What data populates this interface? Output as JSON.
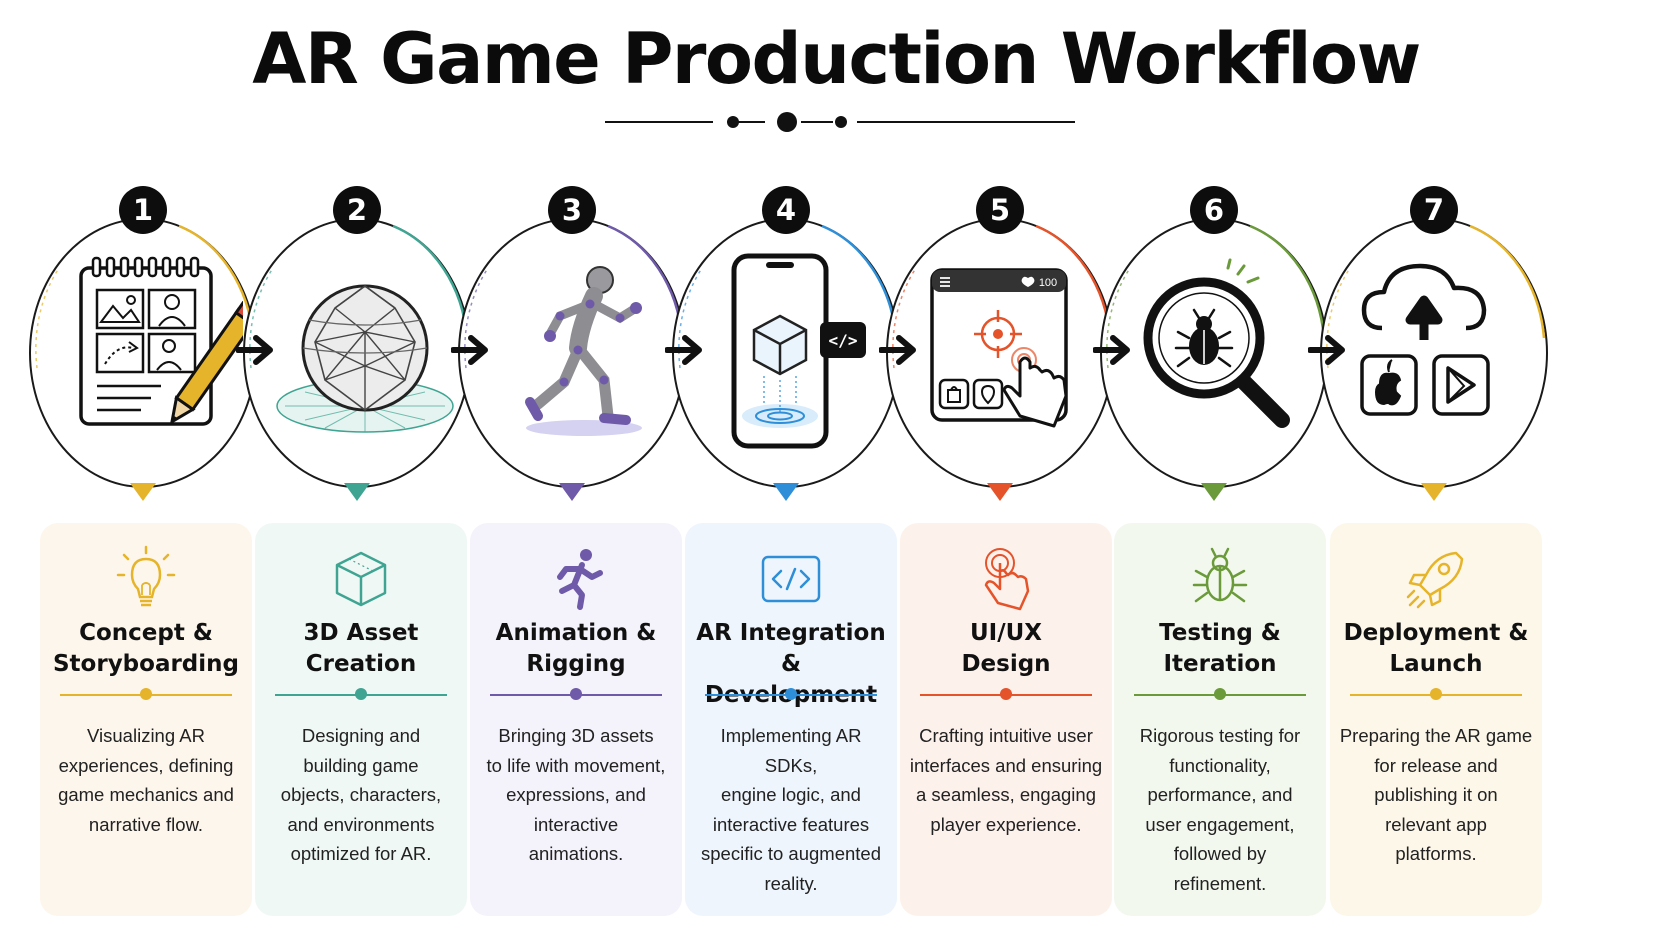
{
  "title": "AR Game Production Workflow",
  "steps": [
    {
      "number": "1",
      "title": "Concept &\nStoryboarding",
      "description": "Visualizing AR\nexperiences, defining\ngame mechanics and\nnarrative flow.",
      "accent": "#e6b42a",
      "card_bg": "#fdf6ec",
      "illustration": "storyboard-sketchpad",
      "card_icon": "lightbulb-icon"
    },
    {
      "number": "2",
      "title": "3D Asset\nCreation",
      "description": "Designing and\nbuilding game\nobjects, characters,\nand environments\noptimized for AR.",
      "accent": "#3fa592",
      "card_bg": "#f0f8f6",
      "illustration": "wireframe-sphere-on-grid",
      "card_icon": "cube-icon"
    },
    {
      "number": "3",
      "title": "Animation &\nRigging",
      "description": "Bringing 3D assets\nto life with movement,\nexpressions, and\ninteractive\nanimations.",
      "accent": "#6e5aa8",
      "card_bg": "#f4f2fa",
      "illustration": "running-mannequin",
      "card_icon": "running-figure-icon"
    },
    {
      "number": "4",
      "title": "AR Integration &\nDevelopment",
      "description": "Implementing AR SDKs,\nengine logic, and\ninteractive features\nspecific to augmented\nreality.",
      "accent": "#2e8fd8",
      "card_bg": "#eef5fc",
      "illustration": "phone-with-ar-cube",
      "card_icon": "code-brackets-icon"
    },
    {
      "number": "5",
      "title": "UI/UX\nDesign",
      "description": "Crafting intuitive user\ninterfaces and ensuring\na seamless, engaging\nplayer experience.",
      "accent": "#e4532a",
      "card_bg": "#fdf1ec",
      "illustration": "game-ui-with-tap",
      "card_icon": "tap-finger-icon",
      "hud_count": "100"
    },
    {
      "number": "6",
      "title": "Testing &\nIteration",
      "description": "Rigorous testing for\nfunctionality,\nperformance, and\nuser engagement,\nfollowed by\nrefinement.",
      "accent": "#6a9a3a",
      "card_bg": "#f3f8ee",
      "illustration": "magnifier-with-bug",
      "card_icon": "bug-icon"
    },
    {
      "number": "7",
      "title": "Deployment &\nLaunch",
      "description": "Preparing the AR game\nfor release and\npublishing it on\nrelevant app\nplatforms.",
      "accent": "#e6b42a",
      "card_bg": "#fdf7ea",
      "illustration": "cloud-upload-app-stores",
      "card_icon": "rocket-icon"
    }
  ]
}
